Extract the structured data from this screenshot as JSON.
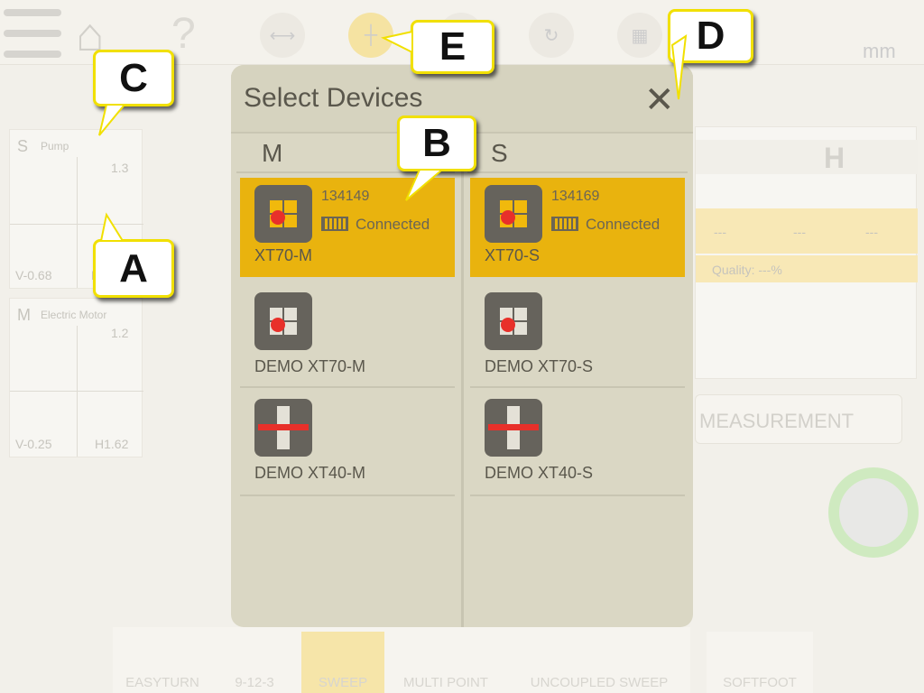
{
  "topbar": {
    "unit": "mm"
  },
  "left_cards": [
    {
      "side": "S",
      "name": "Pump",
      "angle": "1.3",
      "v": "V-0.68",
      "h": "H"
    },
    {
      "side": "M",
      "name": "Electric Motor",
      "angle": "1.2",
      "v": "V-0.25",
      "h": "H1.62"
    }
  ],
  "right_panel": {
    "header": "H",
    "values": [
      "---",
      "---",
      "---"
    ],
    "quality": "Quality: ---%"
  },
  "measurement_button": "MEASUREMENT",
  "toolbar": [
    "EASYTURN",
    "9-12-3",
    "SWEEP",
    "MULTI POINT",
    "UNCOUPLED SWEEP",
    "SOFTFOOT"
  ],
  "modal": {
    "title": "Select Devices",
    "close": "✕",
    "columns": [
      {
        "label": "M",
        "devices": [
          {
            "name": "XT70-M",
            "serial": "134149",
            "status": "Connected",
            "selected": true
          },
          {
            "name": "DEMO XT70-M"
          },
          {
            "name": "DEMO XT40-M"
          }
        ]
      },
      {
        "label": "S",
        "devices": [
          {
            "name": "XT70-S",
            "serial": "134169",
            "status": "Connected",
            "selected": true
          },
          {
            "name": "DEMO XT70-S"
          },
          {
            "name": "DEMO XT40-S"
          }
        ]
      }
    ]
  },
  "callouts": {
    "a": "A",
    "b": "B",
    "c": "C",
    "d": "D",
    "e": "E"
  },
  "colors": {
    "accent": "#e9b30e",
    "modal": "#dad7c4",
    "callout_border": "#f1e000"
  }
}
